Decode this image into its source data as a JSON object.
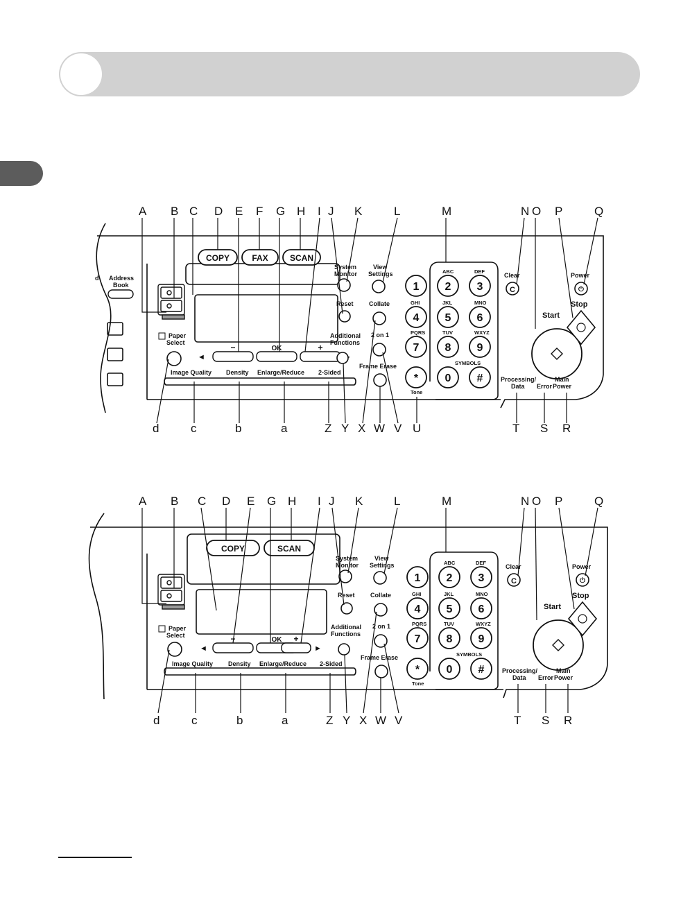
{
  "page": {
    "title": ""
  },
  "callouts": {
    "top": [
      "A",
      "B",
      "C",
      "D",
      "E",
      "F",
      "G",
      "H",
      "I",
      "J",
      "K",
      "L",
      "M",
      "N",
      "O",
      "P",
      "Q"
    ],
    "bottom": [
      "d",
      "c",
      "b",
      "a",
      "Z",
      "Y",
      "X",
      "W",
      "V",
      "U",
      "T",
      "S",
      "R"
    ]
  },
  "buttons": {
    "copy": "COPY",
    "fax": "FAX",
    "scan": "SCAN",
    "address_book_1": "Address",
    "address_book_2": "Book",
    "address_cut": "d",
    "system_monitor_1": "System",
    "system_monitor_2": "Monitor",
    "view_settings_1": "View",
    "view_settings_2": "Settings",
    "reset": "Reset",
    "collate": "Collate",
    "additional_functions_1": "Additional",
    "additional_functions_2": "Functions",
    "two_on_one": "2 on 1",
    "frame_erase": "Frame Erase",
    "paper_select_1": "Paper",
    "paper_select_2": "Select",
    "minus": "−",
    "ok": "OK",
    "plus": "+",
    "left_arrow": "◄",
    "right_arrow": "►",
    "image_quality": "Image Quality",
    "density": "Density",
    "enlarge_reduce": "Enlarge/Reduce",
    "two_sided": "2-Sided",
    "clear": "Clear",
    "clear_key": "C",
    "start": "Start",
    "stop": "Stop",
    "power": "Power",
    "processing_1": "Processing/",
    "processing_2": "Data",
    "error": "Error",
    "main_power_1": "Main",
    "main_power_2": "Power",
    "tone": "Tone",
    "symbols": "SYMBOLS"
  },
  "keypad": {
    "keys": [
      "1",
      "2",
      "3",
      "4",
      "5",
      "6",
      "7",
      "8",
      "9",
      "*",
      "0",
      "#"
    ],
    "letters": [
      "",
      "ABC",
      "DEF",
      "GHI",
      "JKL",
      "MNO",
      "PQRS",
      "TUV",
      "WXYZ",
      "",
      "",
      ""
    ]
  }
}
